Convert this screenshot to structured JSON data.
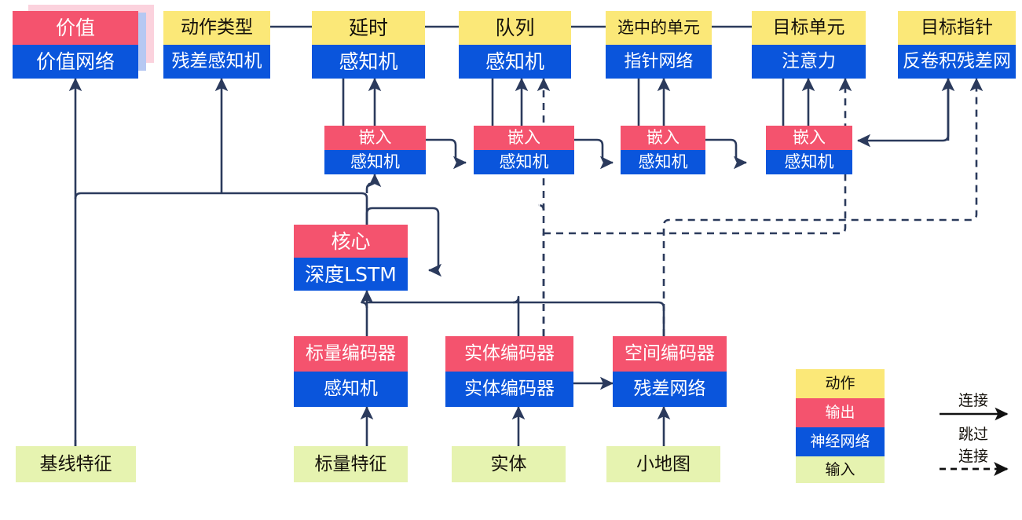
{
  "diagram": {
    "title": "",
    "palette": {
      "action": "#fbe878",
      "output": "#f4536e",
      "network": "#0a55dc",
      "input": "#e6f3b0",
      "wire": "#2b3a5c",
      "ghost_pink": "#fbd2dd",
      "ghost_blue": "#b6c8f2"
    },
    "outputs_row": [
      {
        "id": "value",
        "head": "价值",
        "head_kind": "output",
        "body": "价值网络",
        "stacked": true
      },
      {
        "id": "action-type",
        "head": "动作类型",
        "head_kind": "action",
        "body": "残差感知机",
        "stacked": false
      },
      {
        "id": "delay",
        "head": "延时",
        "head_kind": "action",
        "body": "感知机",
        "stacked": false
      },
      {
        "id": "queue",
        "head": "队列",
        "head_kind": "action",
        "body": "感知机",
        "stacked": false
      },
      {
        "id": "selected-units",
        "head": "选中的单元",
        "head_kind": "action",
        "body": "指针网络",
        "stacked": false
      },
      {
        "id": "target-unit",
        "head": "目标单元",
        "head_kind": "action",
        "body": "注意力",
        "stacked": false
      },
      {
        "id": "target-point",
        "head": "目标指针",
        "head_kind": "action",
        "body": "反卷积残差网",
        "stacked": false
      }
    ],
    "embed_row": [
      {
        "id": "embed-1",
        "head": "嵌入",
        "body": "感知机"
      },
      {
        "id": "embed-2",
        "head": "嵌入",
        "body": "感知机"
      },
      {
        "id": "embed-3",
        "head": "嵌入",
        "body": "感知机"
      },
      {
        "id": "embed-4",
        "head": "嵌入",
        "body": "感知机"
      }
    ],
    "core": {
      "id": "core",
      "head": "核心",
      "body": "深度LSTM"
    },
    "encoders": [
      {
        "id": "scalar-encoder",
        "head": "标量编码器",
        "body": "感知机"
      },
      {
        "id": "entity-encoder",
        "head": "实体编码器",
        "body": "实体编码器"
      },
      {
        "id": "spatial-encoder",
        "head": "空间编码器",
        "body": "残差网络"
      }
    ],
    "inputs": [
      {
        "id": "baseline-features",
        "label": "基线特征"
      },
      {
        "id": "scalar-features",
        "label": "标量特征"
      },
      {
        "id": "entities",
        "label": "实体"
      },
      {
        "id": "minimap",
        "label": "小地图"
      }
    ],
    "legend": {
      "swatches": [
        {
          "id": "legend-action",
          "label": "动作",
          "kind": "action"
        },
        {
          "id": "legend-output",
          "label": "输出",
          "kind": "output"
        },
        {
          "id": "legend-network",
          "label": "神经网络",
          "kind": "network"
        },
        {
          "id": "legend-input",
          "label": "输入",
          "kind": "input"
        }
      ],
      "connect_label": "连接",
      "skip_label_line1": "跳过",
      "skip_label_line2": "连接"
    }
  }
}
